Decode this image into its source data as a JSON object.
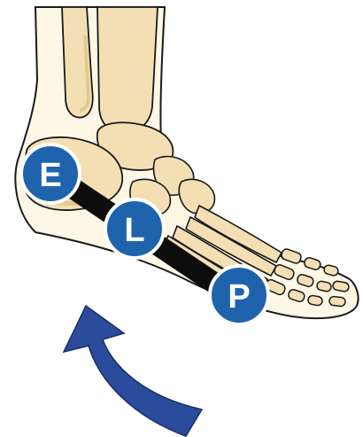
{
  "markers": [
    {
      "letter": "E"
    },
    {
      "letter": "L"
    },
    {
      "letter": "P"
    }
  ],
  "colors": {
    "skin": "#fdf7e6",
    "bone": "#f3dfb3",
    "bone_shadow": "#e2c98d",
    "outline": "#1a1a1a",
    "band": "#0d0d0d",
    "marker_fill": "#1f63ad",
    "marker_ring": "#ffffff",
    "arrow": "#2b4c9c"
  },
  "icons": {
    "arrow": "curved-arrow-icon"
  }
}
